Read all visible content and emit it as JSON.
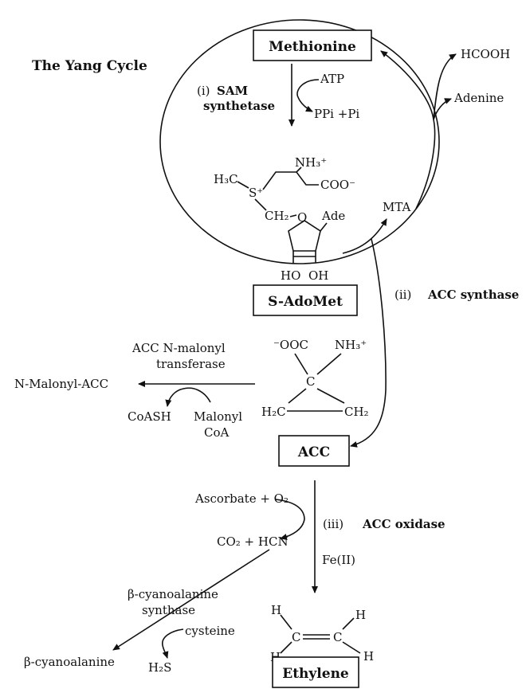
{
  "title": "The Yang Cycle",
  "compounds": {
    "methionine": "Methionine",
    "s_adomet": "S-AdoMet",
    "acc": "ACC",
    "ethylene": "Ethylene",
    "mta": "MTA",
    "hcooh": "HCOOH",
    "adenine": "Adenine",
    "n_malonyl_acc": "N-Malonyl-ACC",
    "co2_hcn": "CO₂ + HCN",
    "b_cyanoalanine": "β-cyanoalanine",
    "h2s": "H₂S"
  },
  "cofactors": {
    "atp": "ATP",
    "ppi_pi": "PPi +Pi",
    "coash": "CoASH",
    "malonyl_coa_1": "Malonyl",
    "malonyl_coa_2": "CoA",
    "ascorbate_o2": "Ascorbate + O₂",
    "fe2": "Fe(II)",
    "cysteine": "cysteine"
  },
  "enzymes": {
    "sam_num": "(i)",
    "sam_1": "SAM",
    "sam_2": "synthetase",
    "acc_synthase_num": "(ii)",
    "acc_synthase": "ACC synthase",
    "acc_oxidase_num": "(iii)",
    "acc_oxidase": "ACC oxidase",
    "malonyl_transferase_1": "ACC N-malonyl",
    "malonyl_transferase_2": "transferase",
    "cyanoalanine_synthase_1": "β-cyanoalanine",
    "cyanoalanine_synthase_2": "synthase"
  },
  "sam_structure": {
    "nh3": "NH₃⁺",
    "coo": "COO⁻",
    "h3c": "H₃C",
    "s": "S⁺",
    "ch2": "CH₂",
    "o": "O",
    "ade": "Ade",
    "ho": "HO",
    "oh": "OH"
  },
  "acc_structure": {
    "ooc": "⁻OOC",
    "nh3": "NH₃⁺",
    "c": "C",
    "h2c": "H₂C",
    "ch2": "CH₂"
  },
  "ethylene_structure": {
    "h": "H",
    "c": "C"
  }
}
